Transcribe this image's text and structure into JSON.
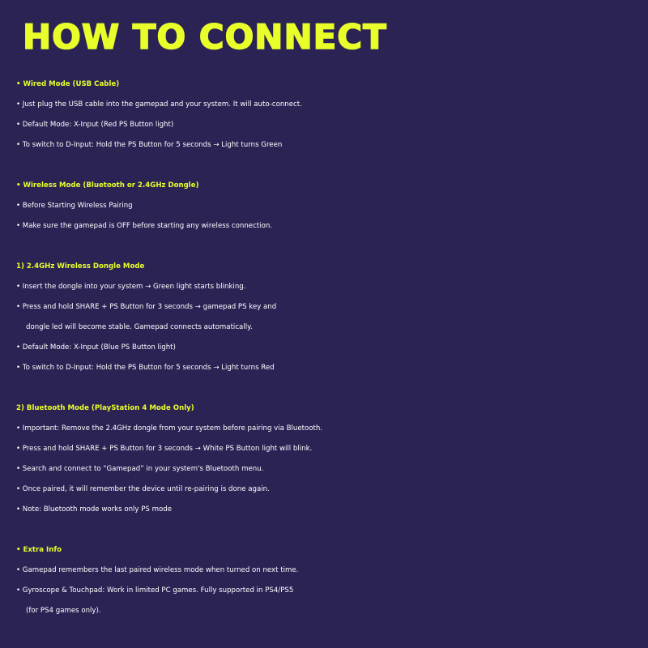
{
  "title": "HOW TO CONNECT",
  "sections": [
    {
      "heading": "• Wired Mode (USB Cable)",
      "lines": [
        "• Just plug the USB cable into the gamepad and your system. It will auto-connect.",
        "• Default Mode: X-Input (Red PS Button light)",
        "• To switch to D-Input: Hold the PS Button for 5 seconds → Light turns Green"
      ]
    },
    {
      "heading": "• Wireless Mode (Bluetooth or 2.4GHz Dongle)",
      "lines": [
        "• Before Starting Wireless Pairing",
        "• Make sure the gamepad is OFF before starting any wireless connection."
      ]
    },
    {
      "heading": "1) 2.4GHz Wireless Dongle Mode",
      "lines": [
        "• Insert the dongle into your system → Green light starts blinking.",
        "• Press and hold SHARE + PS Button for 3 seconds → gamepad PS key and",
        "dongle led will become stable. Gamepad connects automatically.",
        "• Default Mode: X-Input (Blue PS Button light)",
        "• To switch to D-Input: Hold the PS Button for 5 seconds → Light turns Red"
      ]
    },
    {
      "heading": "2) Bluetooth Mode (PlayStation 4 Mode Only)",
      "lines": [
        "• Important: Remove the 2.4GHz dongle from your system before pairing via Bluetooth.",
        "• Press and hold SHARE + PS Button for 3 seconds → White PS Button light will blink.",
        "• Search and connect to “Gamepad” in your system's Bluetooth menu.",
        "• Once paired, it will remember the device until re-pairing is done again.",
        "• Note: Bluetooth mode works only PS mode"
      ]
    },
    {
      "heading": "• Extra Info",
      "lines": [
        "• Gamepad remembers the last paired wireless mode when turned on next time.",
        "• Gyroscope & Touchpad: Work in limited PC games. Fully supported in PS4/PS5",
        "(for PS4 games only)."
      ]
    }
  ]
}
